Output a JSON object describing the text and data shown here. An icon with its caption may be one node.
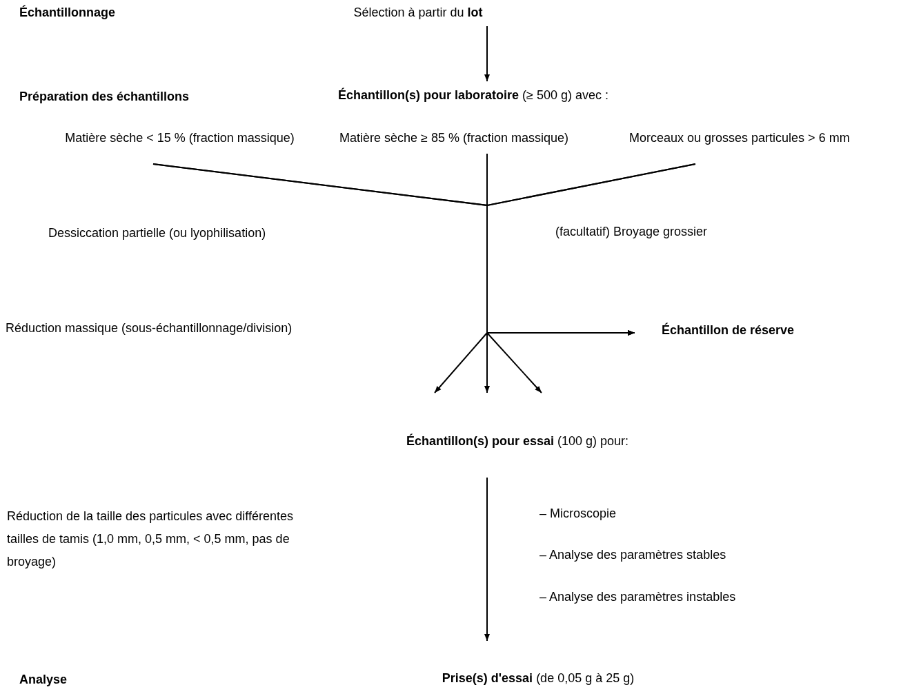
{
  "diagram": {
    "nodes": [
      {
        "text": [
          "Sélection à partir du **lot**"
        ]
      },
      {
        "text": [
          "**Échantillon(s) pour laboratoire** (≥ 500 g) avec :"
        ]
      },
      {
        "text": [
          "Matière sèche < 15 % (fraction massique)"
        ]
      },
      {
        "text": [
          "Matière sèche ≥ 85 % (fraction massique)"
        ]
      },
      {
        "text": [
          "Morceaux ou grosses particules > 6 mm"
        ]
      },
      {
        "text": [
          "Échantillon de réserve"
        ]
      },
      {
        "text": [
          "**Échantillon(s) pour essai** (100 g) pour:"
        ]
      },
      {
        "text": [
          "**Prise(s) d'essai** (de 0,05 g à 25 g)"
        ]
      }
    ],
    "edges": [
      {
        "from": 0,
        "to": 1,
        "arrow": "to"
      },
      {
        "from": 2,
        "to": 6,
        "arrow": "to"
      },
      {
        "from": 3,
        "to": 6,
        "arrow": "to"
      },
      {
        "from": 4,
        "to": 6,
        "arrow": "to"
      },
      {
        "from": 2,
        "to": 5,
        "arrow": "to"
      },
      {
        "from": 3,
        "to": 5,
        "arrow": "to"
      },
      {
        "from": 4,
        "to": 5,
        "arrow": "to"
      },
      {
        "from": 6,
        "to": 7,
        "arrow": "to"
      }
    ],
    "labels": [
      "Échantillonnage",
      "Préparation des échantillons",
      "Dessiccation partielle (ou lyophilisation)",
      "(facultatif) Broyage grossier",
      "Réduction massique (sous-échantillonnage/division)",
      "Réduction de la taille des particules avec différentes tailles de tamis (1,0 mm, 0,5 mm, < 0,5 mm, pas de broyage)",
      "– Microscopie",
      "– Analyse des paramètres stables",
      "– Analyse des paramètres instables",
      "Analyse"
    ]
  }
}
